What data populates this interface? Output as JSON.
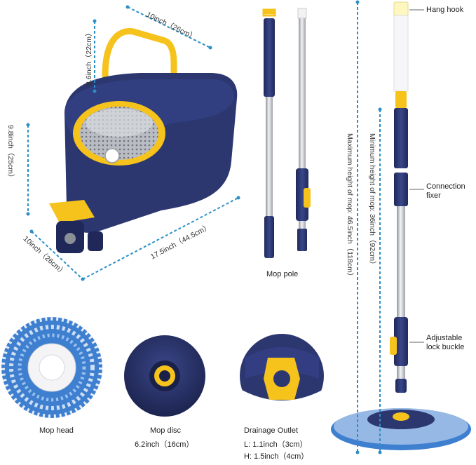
{
  "bucket": {
    "width_top": "10inch（26cm）",
    "handle_height": "8.6inch（22cm）",
    "height": "9.8inch（25cm）",
    "depth": "10inch（26cm）",
    "length": "17.5inch（44.5cm）"
  },
  "pole": {
    "caption": "Mop pole"
  },
  "assembled": {
    "hang_hook": "Hang hook",
    "connection_fixer_line1": "Connection",
    "connection_fixer_line2": "fixer",
    "lock_buckle_line1": "Adjustable",
    "lock_buckle_line2": "lock buckle",
    "min_height": "Minimum height of mop: 36inch（92cm）",
    "max_height": "Maximum height of mop: 46.5inch（118cm）"
  },
  "mop_head": {
    "caption": "Mop head"
  },
  "mop_disc": {
    "caption": "Mop disc",
    "size": "6.2inch（16cm）"
  },
  "drainage": {
    "caption": "Drainage Outlet",
    "length": "L: 1.1inch（3cm）",
    "height": "H: 1.5inch（4cm）"
  },
  "colors": {
    "navy": "#2c3770",
    "yellow": "#f6c21c",
    "steel": "#c9ccd1",
    "dim_line": "#2b8fc7",
    "mop_blue": "#3f7fd0"
  }
}
